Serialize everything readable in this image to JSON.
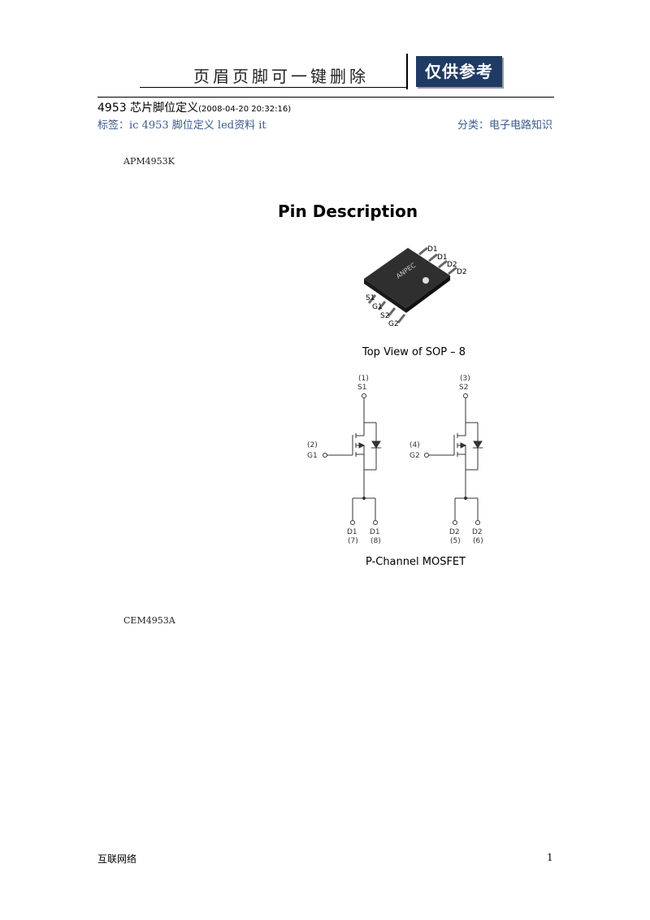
{
  "header": {
    "title": "页眉页脚可一键删除",
    "badge": "仅供参考"
  },
  "article": {
    "title": "4953 芯片脚位定义",
    "date": "(2008-04-20 20:32:16)",
    "tags_label": "标签：",
    "tags": "ic 4953 脚位定义 led资料 it",
    "category_label": "分类：",
    "category": "电子电路知识"
  },
  "parts": {
    "first": "APM4953K",
    "second": "CEM4953A"
  },
  "diagram": {
    "title": "Pin Description",
    "package_caption": "Top View of SOP – 8",
    "package_brand": "ANPEC",
    "package_pins_top": [
      "D1",
      "D1",
      "D2",
      "D2"
    ],
    "package_pins_bottom": [
      "S1",
      "G1",
      "S2",
      "G2"
    ],
    "mosfet_caption": "P-Channel MOSFET",
    "left_fet": {
      "source_num": "(1)",
      "source": "S1",
      "gate_num": "(2)",
      "gate": "G1",
      "drain_a": "D1",
      "drain_a_num": "(7)",
      "drain_b": "D1",
      "drain_b_num": "(8)"
    },
    "right_fet": {
      "source_num": "(3)",
      "source": "S2",
      "gate_num": "(4)",
      "gate": "G2",
      "drain_a": "D2",
      "drain_a_num": "(5)",
      "drain_b": "D2",
      "drain_b_num": "(6)"
    }
  },
  "footer": {
    "left": "互联网络",
    "page": "1"
  }
}
